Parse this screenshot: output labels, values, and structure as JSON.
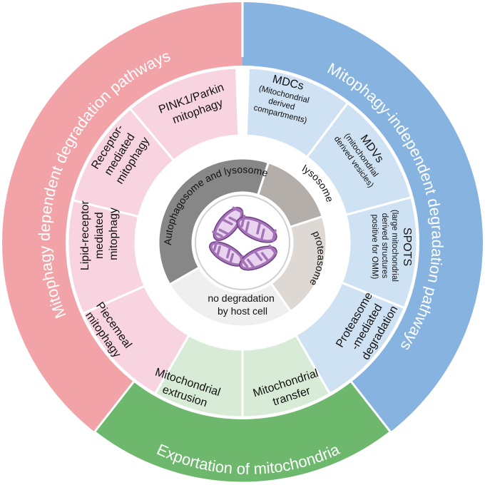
{
  "colors": {
    "dependent_outer": "#f2a3a8",
    "independent_outer": "#86b3e0",
    "export_band": "#6db86d",
    "dependent_seg": "#f7d4df",
    "independent_seg": "#cfe2f4",
    "export_seg": "#d7ebd6",
    "autophagosome": "#878787",
    "lysosome": "#b3aeaa",
    "proteasome": "#ddd8d4",
    "no_degradation": "#efefef",
    "mito_fill": "#a573b8",
    "mito_crista": "#e8d4ee"
  },
  "outer": {
    "dependent": "Mitophagy dependent degradation pathways",
    "independent": "Mitophagy-independent degradation pathways",
    "export": "Exportation of mitochondria"
  },
  "segments": {
    "pink1": [
      "PINK1/Parkin",
      "mitophagy"
    ],
    "receptor": [
      "Receptor-",
      "mediated",
      "mitophagy"
    ],
    "lipid": [
      "Lipid-receptor",
      "mediated",
      "mitophagy"
    ],
    "piecemeal": [
      "Piecemeal",
      "mitophagy"
    ],
    "extrusion": [
      "Mitochondrial",
      "extrusion"
    ],
    "transfer": [
      "Mitochondrial",
      "transfer"
    ],
    "proteasome_mediated": [
      "Proteasome",
      "-mediated",
      "degradation"
    ],
    "spots": {
      "title": "SPOTS",
      "detail": [
        "(large mitochondrial",
        "derived structures",
        "positive for OMM)"
      ]
    },
    "mdvs": {
      "title": "MDVs",
      "detail": [
        "(mitochondrial",
        "derived vesicles)"
      ]
    },
    "mdcs": {
      "title": "MDCs",
      "detail": [
        "(Mitochondrial",
        "derived",
        "compartments)"
      ]
    }
  },
  "inner": {
    "autophagosome": "Autophagosome and lysosome",
    "lysosome": "lysosome",
    "proteasome": "proteasome",
    "no_degradation": [
      "no degradation",
      "by host cell"
    ]
  },
  "icons": {
    "center": "mitochondria-icon"
  }
}
